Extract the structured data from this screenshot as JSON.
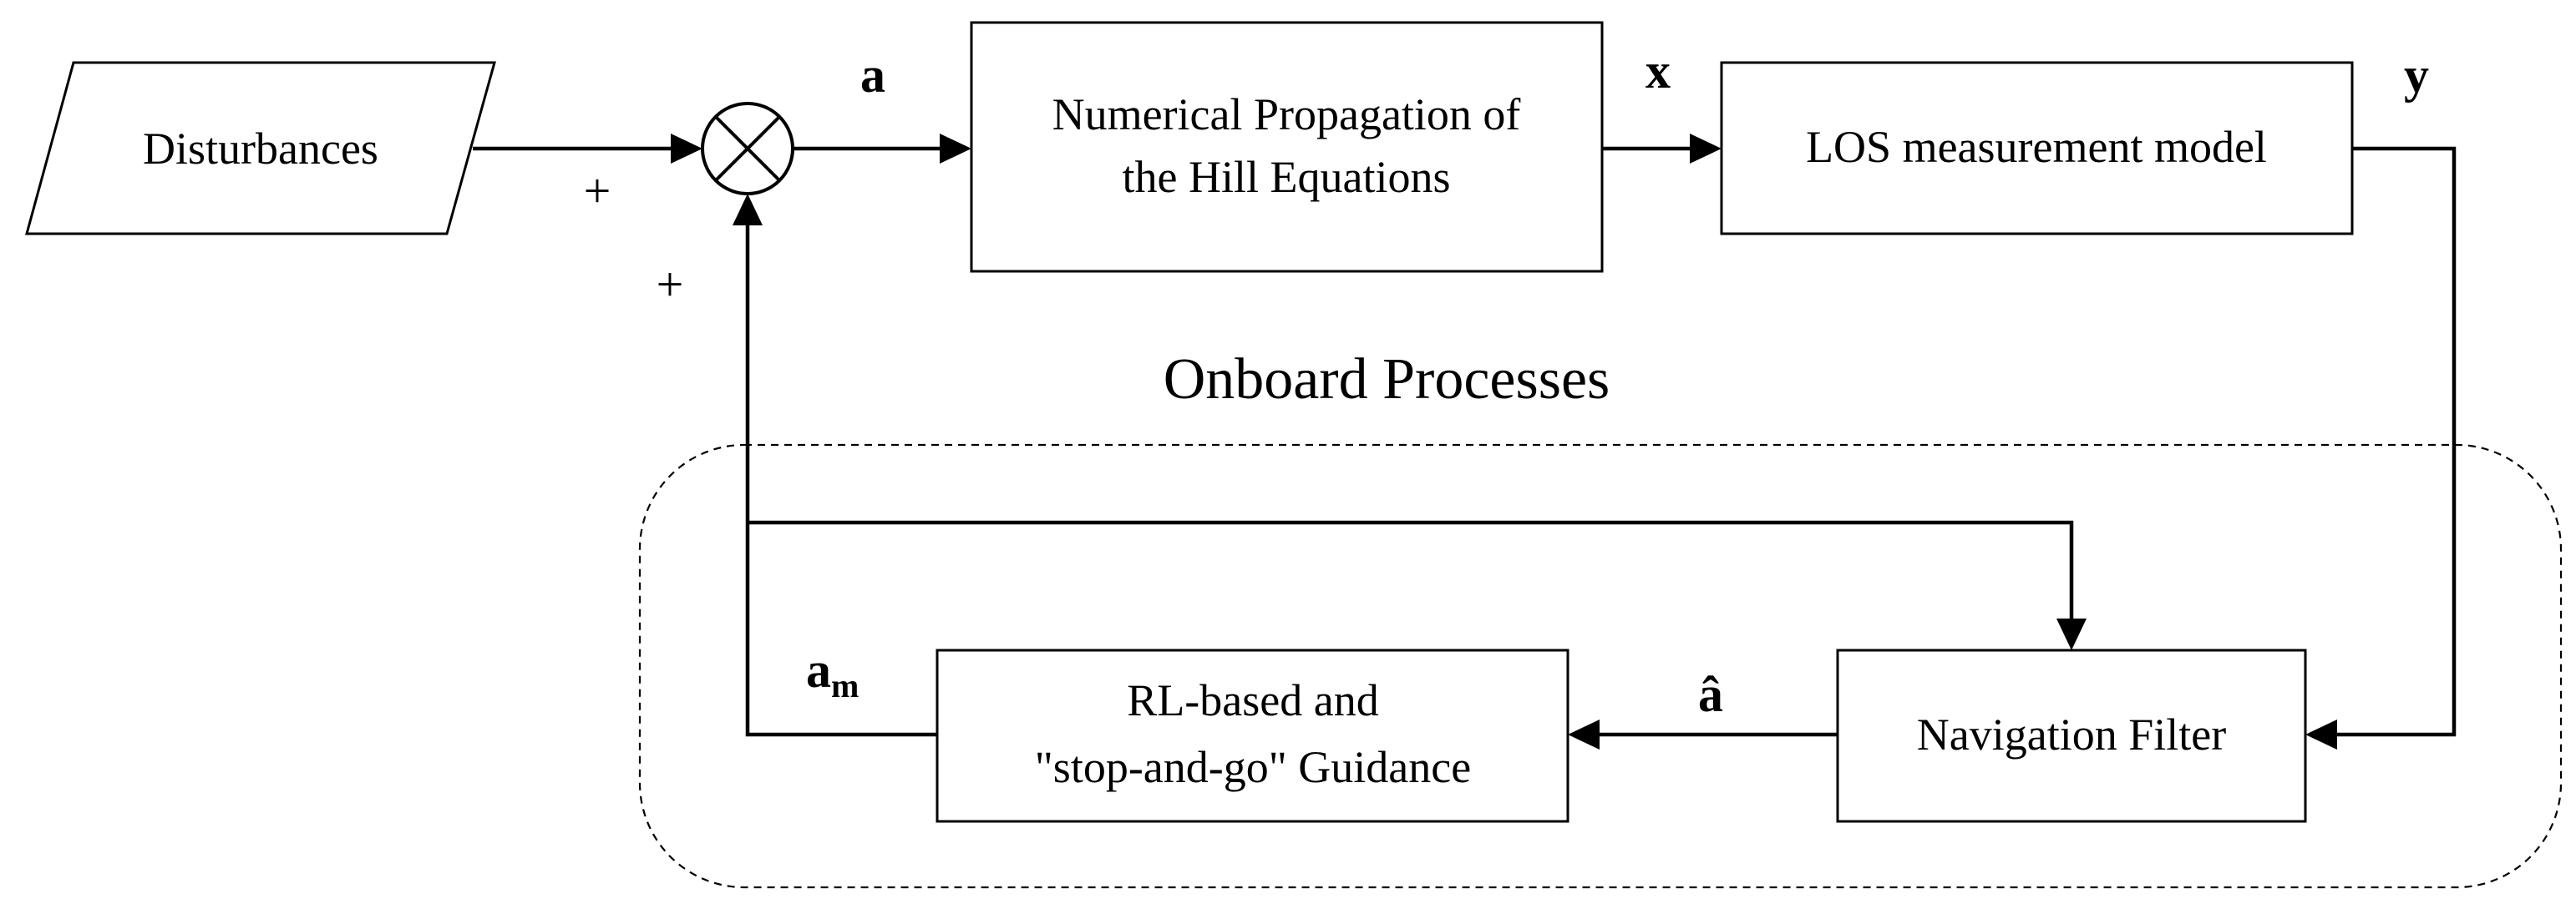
{
  "blocks": {
    "disturbances": "Disturbances",
    "propagation_line1": "Numerical Propagation of",
    "propagation_line2": "the Hill Equations",
    "los_model": "LOS measurement model",
    "navigation_filter": "Navigation Filter",
    "guidance_line1": "RL-based and",
    "guidance_line2": "\"stop-and-go\" Guidance"
  },
  "region": {
    "onboard_title": "Onboard Processes"
  },
  "signals": {
    "a": "a",
    "x": "x",
    "y": "y",
    "a_hat": "â",
    "a_m_base": "a",
    "a_m_sub": "m"
  },
  "summing_junction": {
    "sign_disturbance": "+",
    "sign_feedback": "+"
  }
}
